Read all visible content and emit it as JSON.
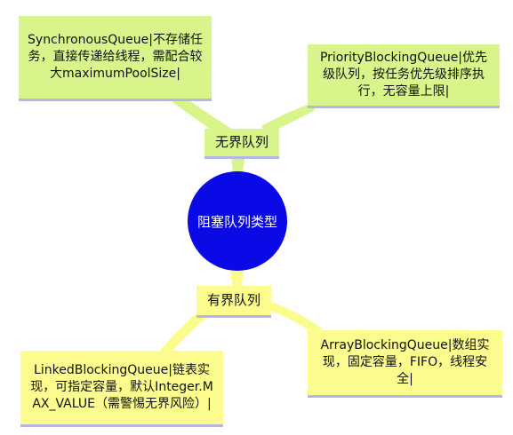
{
  "center": {
    "label": "阻塞队列类型"
  },
  "branches": {
    "unbounded": {
      "label": "无界队列",
      "leaves": [
        {
          "text": "SynchronousQueue|不存储任务，直接传递给线程，需配合较大maximumPoolSize|"
        },
        {
          "text": "PriorityBlockingQueue|优先级队列，按任务优先级排序执行，无容量上限|"
        }
      ]
    },
    "bounded": {
      "label": "有界队列",
      "leaves": [
        {
          "text": "LinkedBlockingQueue|链表实现，可指定容量，默认Integer.MAX_VALUE（需警惕无界风险）|"
        },
        {
          "text": "ArrayBlockingQueue|数组实现，固定容量，FIFO，线程安全|"
        }
      ]
    }
  },
  "colors": {
    "center_fill": "#0a0ae6",
    "unbounded_fill": "#d7f58a",
    "bounded_fill": "#fbfb8e",
    "underline": "#b3b7e3"
  }
}
